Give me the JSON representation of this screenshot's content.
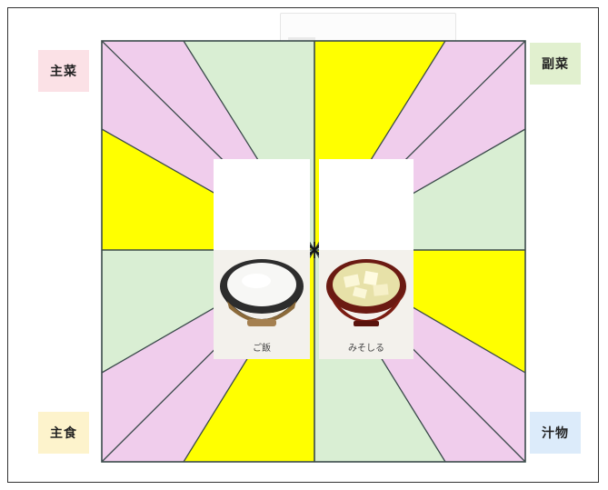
{
  "labels": {
    "top_left": "主菜",
    "top_right": "副菜",
    "bottom_left": "主食",
    "bottom_right": "汁物"
  },
  "label_colors": {
    "top_left": "#fbe1e6",
    "top_right": "#e1f0cf",
    "bottom_left": "#fdf3cc",
    "bottom_right": "#dcebfa"
  },
  "board_colors": {
    "pink": "#f0cdec",
    "green": "#d9eed3",
    "yellow": "#ffff00",
    "lines": "#3a4a4a"
  },
  "cards": [
    {
      "id": "rice",
      "name": "ご飯",
      "icon": "rice-bowl-icon"
    },
    {
      "id": "miso",
      "name": "みそしる",
      "icon": "miso-soup-icon"
    }
  ]
}
